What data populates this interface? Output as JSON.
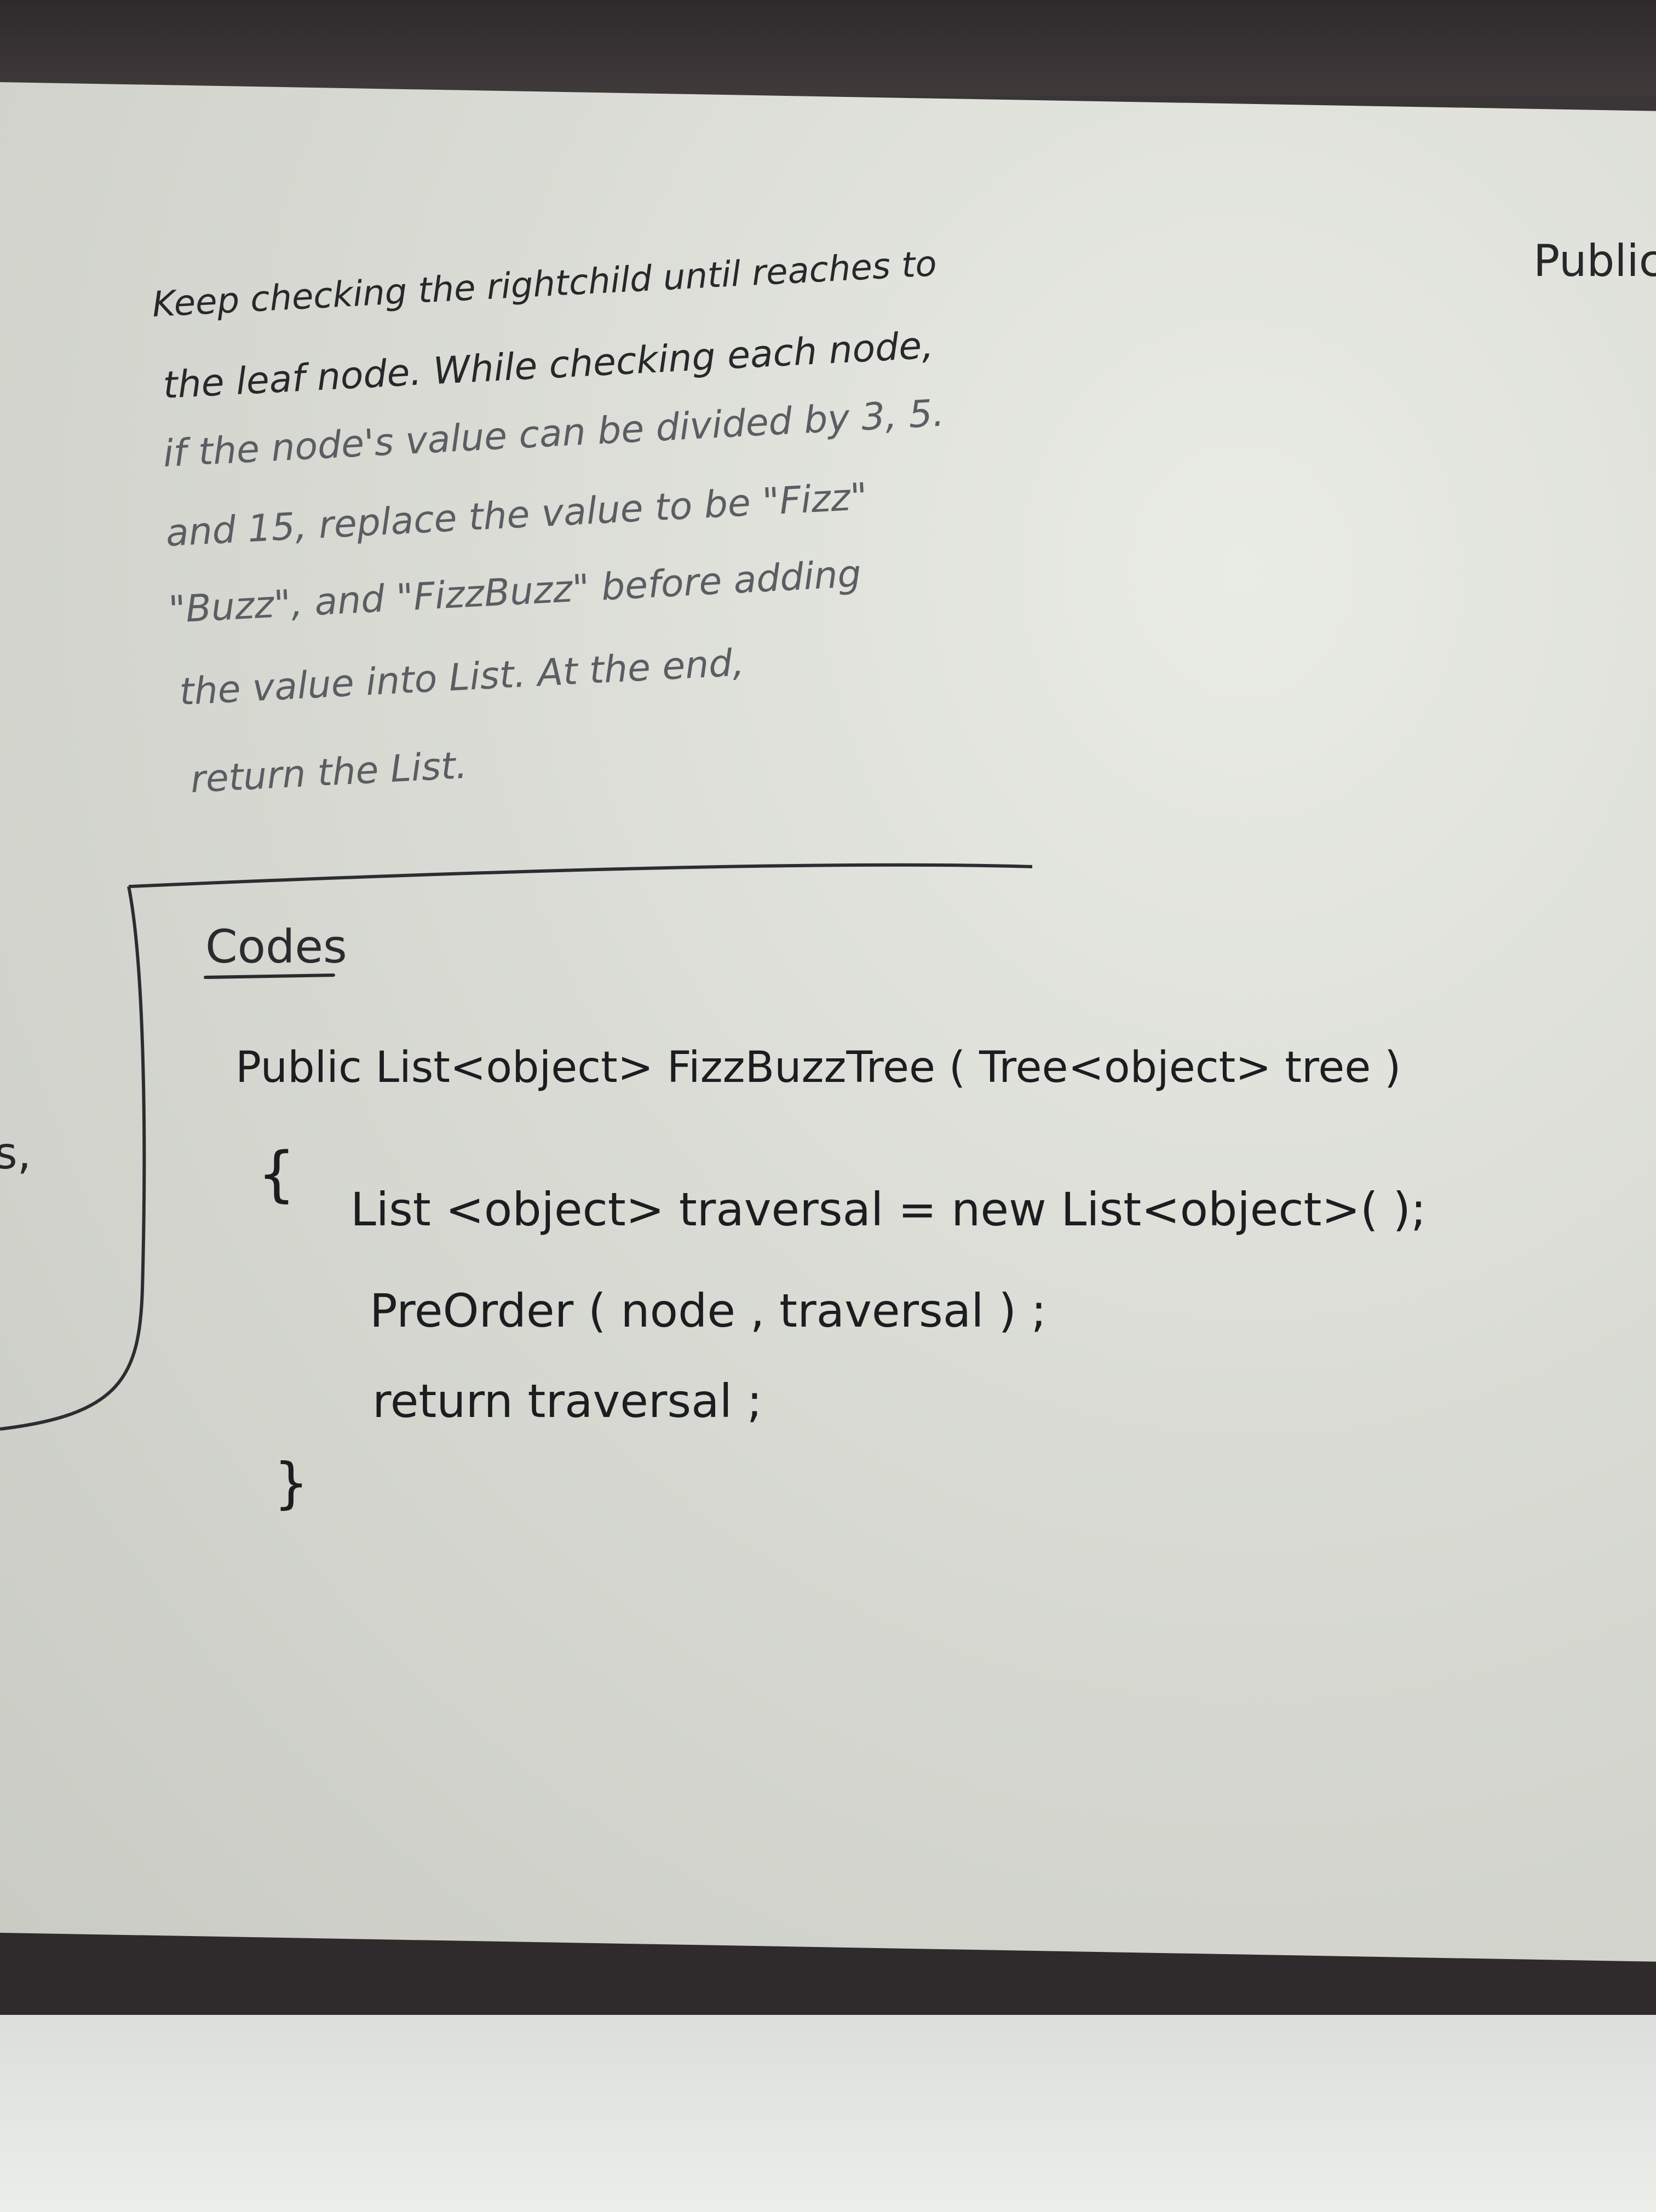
{
  "board": {
    "corner_text": "Public",
    "edge_text": "s,"
  },
  "explanation": {
    "lines": [
      "Keep checking the rightchild until reaches to",
      "the leaf node. While checking each node,",
      "if the node's value can be divided by 3, 5.",
      "and 15, replace the value to be \"Fizz\"",
      "\"Buzz\", and \"FizzBuzz\" before adding",
      "the value into List. At the end,",
      "return the List."
    ]
  },
  "codes": {
    "heading": "Codes",
    "lines": [
      "Public   List<object>  FizzBuzzTree ( Tree<object> tree )",
      "{",
      "List <object> traversal  =  new  List<object>( );",
      "PreOrder ( node , traversal ) ;",
      "return   traversal ;",
      "}"
    ]
  },
  "colors": {
    "ink": "#26282a",
    "board": "#dfe1da",
    "frame": "#352f30"
  }
}
